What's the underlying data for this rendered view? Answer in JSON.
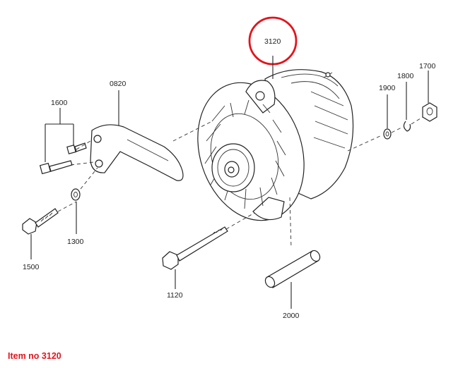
{
  "caption": "Item no 3120",
  "highlight_color": "#e4131b",
  "parts": {
    "p3120": "3120",
    "p0820": "0820",
    "p1600": "1600",
    "p1300": "1300",
    "p1500": "1500",
    "p1120": "1120",
    "p2000": "2000",
    "p1900": "1900",
    "p1800": "1800",
    "p1700": "1700"
  }
}
